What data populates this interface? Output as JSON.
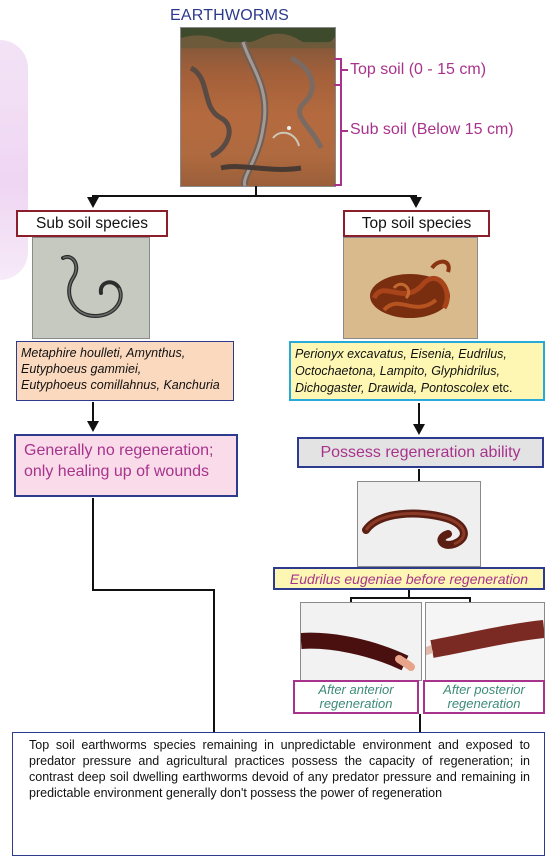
{
  "title": "EARTHWORMS",
  "soil_zones": {
    "top": "Top soil (0 - 15 cm)",
    "sub": "Sub soil (Below 15 cm)"
  },
  "sub_soil": {
    "header": "Sub soil species",
    "species_line1": "Metaphire houlleti, Amynthus,",
    "species_line2": "Eutyphoeus gammiei,",
    "species_line3": "Eutyphoeus comillahnus, Kanchuria",
    "regeneration": "Generally no regeneration; only healing up of wounds"
  },
  "top_soil": {
    "header": "Top soil species",
    "species_line1": "Perionyx excavatus, Eisenia, Eudrilus,",
    "species_line2": "Octochaetona, Lampito, Glyphidrilus,",
    "species_line3_italic": "Dichogaster, Drawida, Pontoscolex",
    "species_line3_suffix": " etc.",
    "regeneration": "Possess regeneration ability",
    "eudrilus_caption": "Eudrilus eugeniae before regeneration",
    "after_anterior": "After anterior regeneration",
    "after_posterior": "After posterior regeneration"
  },
  "conclusion": "Top soil earthworms species remaining in unpredictable environment and exposed to predator pressure and agricultural practices possess the capacity of regeneration; in contrast deep soil dwelling earthworms devoid of any predator pressure and remaining in predictable environment generally don't possess the power of regeneration",
  "colors": {
    "title": "#2c3a8c",
    "magenta": "#a8338c",
    "header_border": "#8b1e2b",
    "sub_species_bg": "#fbd9bf",
    "top_species_bg": "#fdf7b3",
    "top_species_border": "#27a9d9",
    "noreg_bg": "#f9dbe9",
    "caption_green": "#3d8a77"
  }
}
